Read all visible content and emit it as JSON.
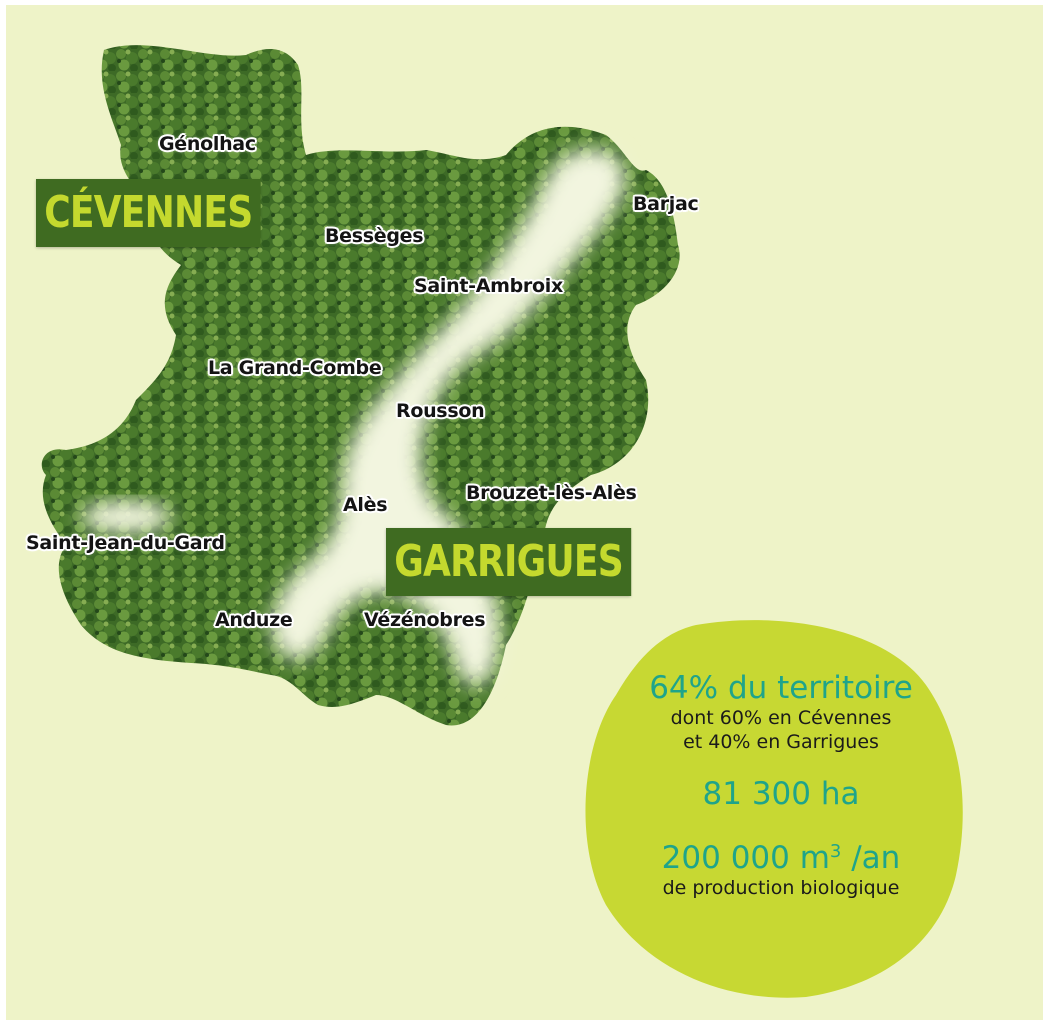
{
  "regions": {
    "cevennes": "CÉVENNES",
    "garrigues": "GARRIGUES"
  },
  "towns": {
    "genolhac": "Génolhac",
    "barjac": "Barjac",
    "besseges": "Bessèges",
    "saint_ambroix": "Saint-Ambroix",
    "la_grand_combe": "La Grand-Combe",
    "rousson": "Rousson",
    "ales": "Alès",
    "brouzet": "Brouzet-lès-Alès",
    "saint_jean": "Saint-Jean-du-Gard",
    "anduze": "Anduze",
    "vezenobres": "Vézénobres"
  },
  "stats": {
    "territory_share": "64% du territoire",
    "cevennes_share": "dont 60% en Cévennes",
    "garrigues_share": "et 40% en Garrigues",
    "area": "81 300 ha",
    "production_value": "200 000 m",
    "production_exp": "3",
    "production_unit": " /an",
    "production_label": "de production biologique"
  },
  "colors": {
    "background": "#eef3c8",
    "forest": "#3d6a26",
    "clearing": "#f2f5df",
    "badge_bg": "#3f6b21",
    "badge_text": "#c4d92e",
    "stats_blob": "#c7d833",
    "stat_accent": "#1fa48a"
  }
}
